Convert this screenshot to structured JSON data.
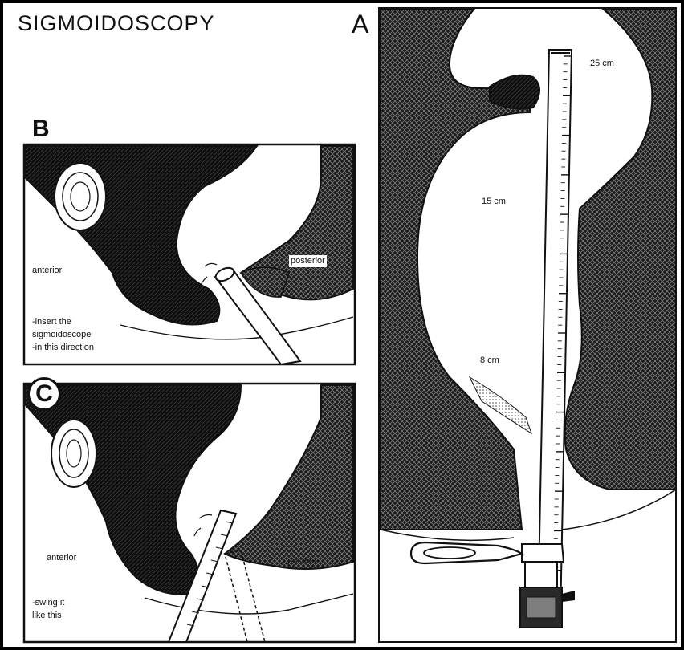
{
  "title": "SIGMOIDOSCOPY",
  "panels": {
    "a": {
      "letter": "A",
      "labels": {
        "cm25": "25 cm",
        "cm15": "15 cm",
        "cm8": "8 cm"
      }
    },
    "b": {
      "letter": "B",
      "labels": {
        "anterior": "anterior",
        "posterior": "posterior",
        "instruction_line1": "-insert the",
        "instruction_line2": "sigmoidoscope",
        "instruction_line3": "-in this direction"
      }
    },
    "c": {
      "letter": "C",
      "labels": {
        "anterior": "anterior",
        "posterior": "posterior",
        "instruction_line1": "-swing it",
        "instruction_line2": "like this"
      }
    }
  },
  "colors": {
    "background": "#000000",
    "page": "#ffffff",
    "ink": "#111111"
  }
}
